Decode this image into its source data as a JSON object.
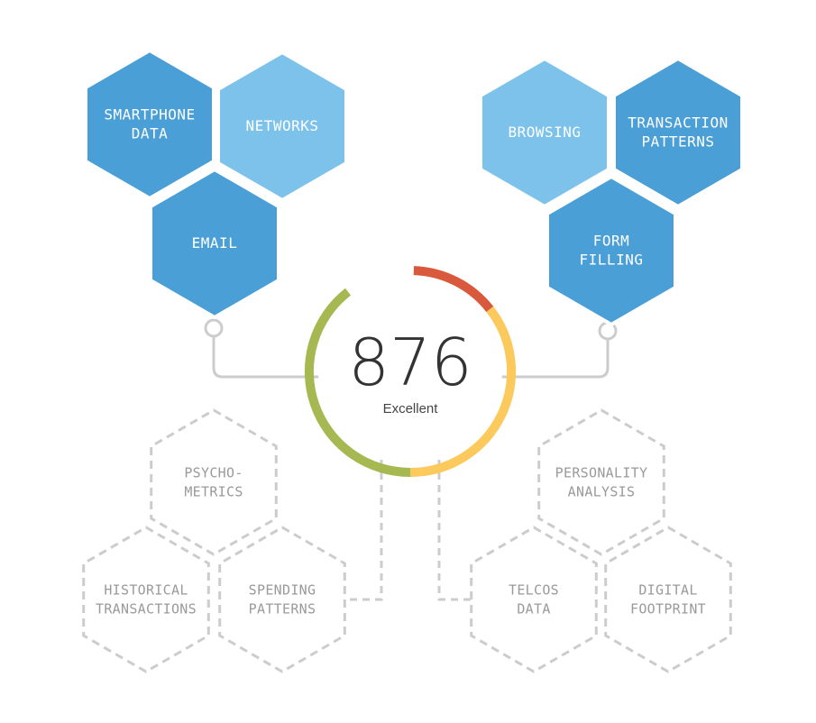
{
  "score": {
    "value": "876",
    "rating": "Excellent",
    "gauge_colors": {
      "red": "#d9593c",
      "yellow": "#fcc95c",
      "green": "#a6b851"
    }
  },
  "colors": {
    "hex_dark_blue": "#4b9fd7",
    "hex_light_blue": "#7cc2eb",
    "hex_dashed_stroke": "#cccccc",
    "dashed_label": "#9a9a9a",
    "connector": "#cccccc"
  },
  "data_sources": {
    "primary_left": [
      {
        "id": "smartphone-data",
        "lines": [
          "SMARTPHONE",
          "DATA"
        ],
        "shade": "dark"
      },
      {
        "id": "networks",
        "lines": [
          "NETWORKS"
        ],
        "shade": "light"
      },
      {
        "id": "email",
        "lines": [
          "EMAIL"
        ],
        "shade": "dark"
      }
    ],
    "primary_right": [
      {
        "id": "browsing",
        "lines": [
          "BROWSING"
        ],
        "shade": "light"
      },
      {
        "id": "transaction-patterns",
        "lines": [
          "TRANSACTION",
          "PATTERNS"
        ],
        "shade": "dark"
      },
      {
        "id": "form-filling",
        "lines": [
          "FORM",
          "FILLING"
        ],
        "shade": "dark"
      }
    ],
    "secondary_left": [
      {
        "id": "psychometrics",
        "lines": [
          "PSYCHO-",
          "METRICS"
        ]
      },
      {
        "id": "historical-transactions",
        "lines": [
          "HISTORICAL",
          "TRANSACTIONS"
        ]
      },
      {
        "id": "spending-patterns",
        "lines": [
          "SPENDING",
          "PATTERNS"
        ]
      }
    ],
    "secondary_right": [
      {
        "id": "personality-analysis",
        "lines": [
          "PERSONALITY",
          "ANALYSIS"
        ]
      },
      {
        "id": "telcos-data",
        "lines": [
          "TELCOS",
          "DATA"
        ]
      },
      {
        "id": "digital-footprint",
        "lines": [
          "DIGITAL",
          "FOOTPRINT"
        ]
      }
    ]
  }
}
